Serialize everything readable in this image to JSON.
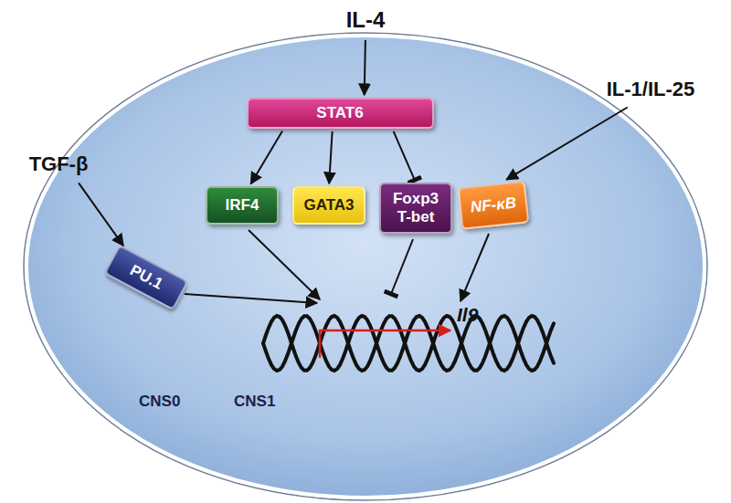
{
  "diagram": {
    "nodes": [
      {
        "text": [
          "IL-4"
        ]
      },
      {
        "text": [
          "TGF-β"
        ]
      },
      {
        "text": [
          "IL-1/IL-25"
        ]
      },
      {
        "text": [
          "STAT6"
        ]
      },
      {
        "text": [
          "PU.1"
        ]
      },
      {
        "text": [
          "IRF4"
        ]
      },
      {
        "text": [
          "GATA3"
        ]
      },
      {
        "text": [
          "Foxp3 T-bet"
        ]
      },
      {
        "text": [
          "NF-κB"
        ]
      }
    ],
    "edges": [
      {
        "from": 0,
        "to": 3,
        "arrow": "to"
      },
      {
        "from": 1,
        "to": 4,
        "arrow": "to"
      },
      {
        "from": 2,
        "to": 8,
        "arrow": "to"
      },
      {
        "from": 3,
        "to": 5,
        "arrow": "to"
      },
      {
        "from": 3,
        "to": 6,
        "arrow": "to"
      },
      {
        "from": 3,
        "to": 7,
        "arrow": "to"
      }
    ],
    "labels": [
      "Il9",
      "CNS0",
      "CNS1"
    ]
  }
}
